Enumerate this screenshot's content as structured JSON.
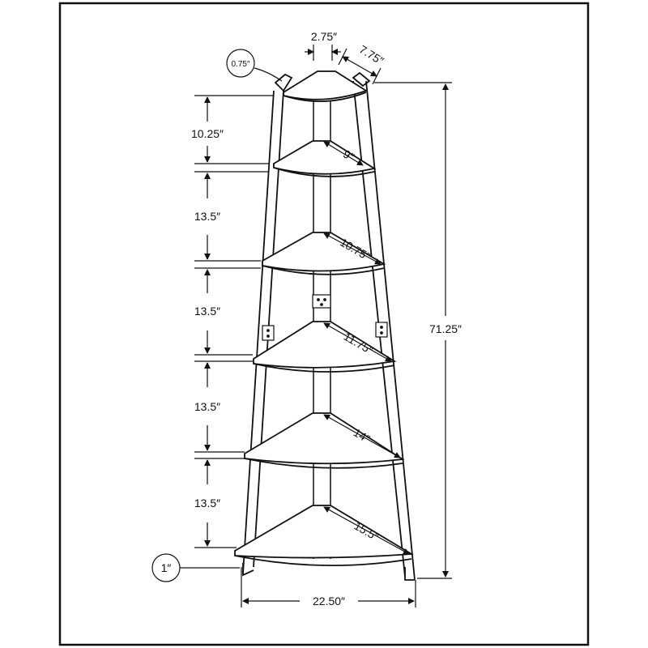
{
  "diagram": {
    "top_width": "2.75″",
    "top_depth": "7.75″",
    "panel_thickness": "0.75″",
    "bottom_offset": "1″",
    "total_height": "71.25″",
    "base_width": "22.50″",
    "shelf_gaps": [
      "10.25″",
      "13.5″",
      "13.5″",
      "13.5″",
      "13.5″"
    ],
    "shelf_depths": [
      "9″",
      "10.75″",
      "11.75″",
      "14″",
      "15.5″"
    ]
  }
}
